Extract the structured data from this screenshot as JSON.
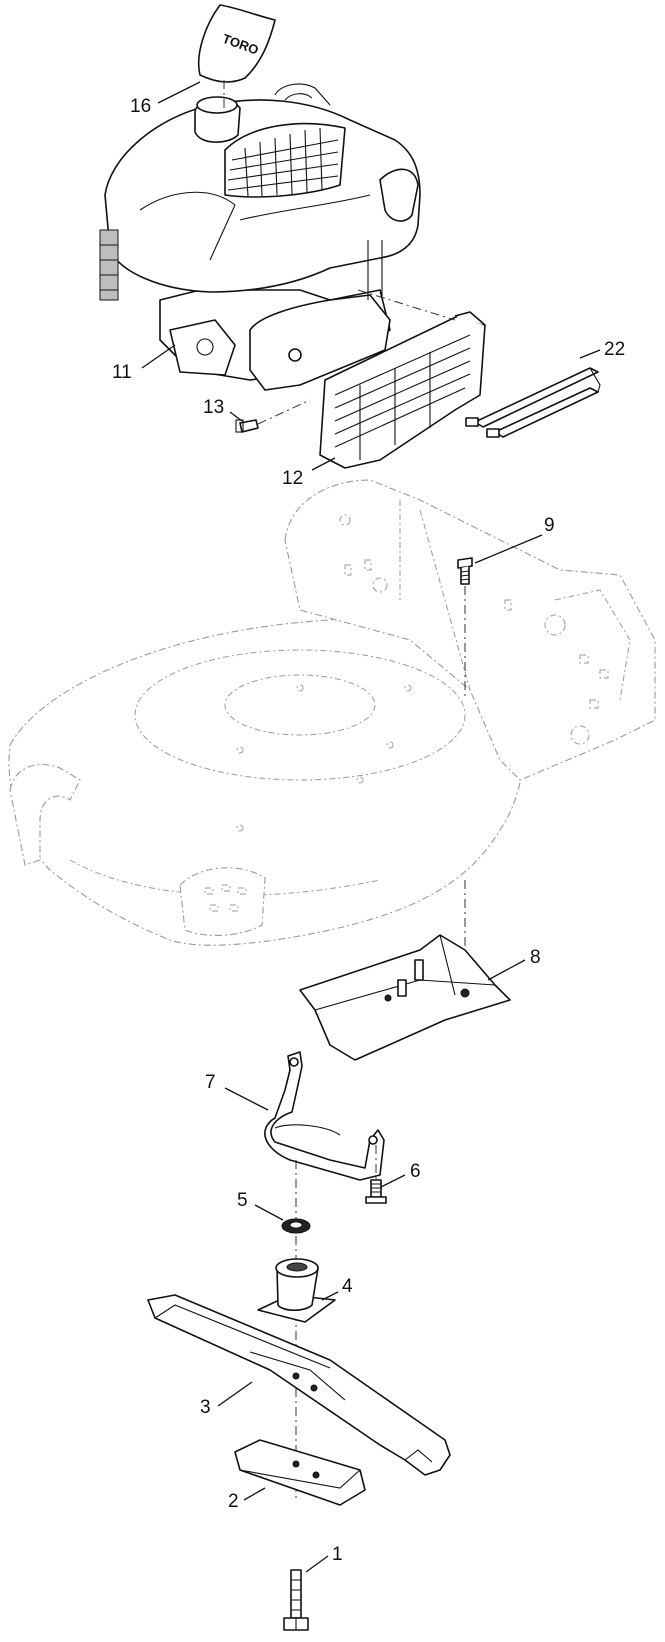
{
  "logo_text": "TORO",
  "callouts": {
    "c1": "1",
    "c2": "2",
    "c3": "3",
    "c4": "4",
    "c5": "5",
    "c6": "6",
    "c7": "7",
    "c8": "8",
    "c9": "9",
    "c11": "11",
    "c12": "12",
    "c13": "13",
    "c16": "16",
    "c22": "22"
  },
  "parts": [
    {
      "id": "1",
      "depicts": "bolt"
    },
    {
      "id": "2",
      "depicts": "blade-stiffener"
    },
    {
      "id": "3",
      "depicts": "blade"
    },
    {
      "id": "4",
      "depicts": "blade-adapter"
    },
    {
      "id": "5",
      "depicts": "washer"
    },
    {
      "id": "6",
      "depicts": "bolt"
    },
    {
      "id": "7",
      "depicts": "bracket"
    },
    {
      "id": "8",
      "depicts": "baffle"
    },
    {
      "id": "9",
      "depicts": "screw"
    },
    {
      "id": "11",
      "depicts": "engine"
    },
    {
      "id": "12",
      "depicts": "guard"
    },
    {
      "id": "13",
      "depicts": "screw"
    },
    {
      "id": "16",
      "depicts": "decal"
    },
    {
      "id": "22",
      "depicts": "cable-tie"
    }
  ]
}
